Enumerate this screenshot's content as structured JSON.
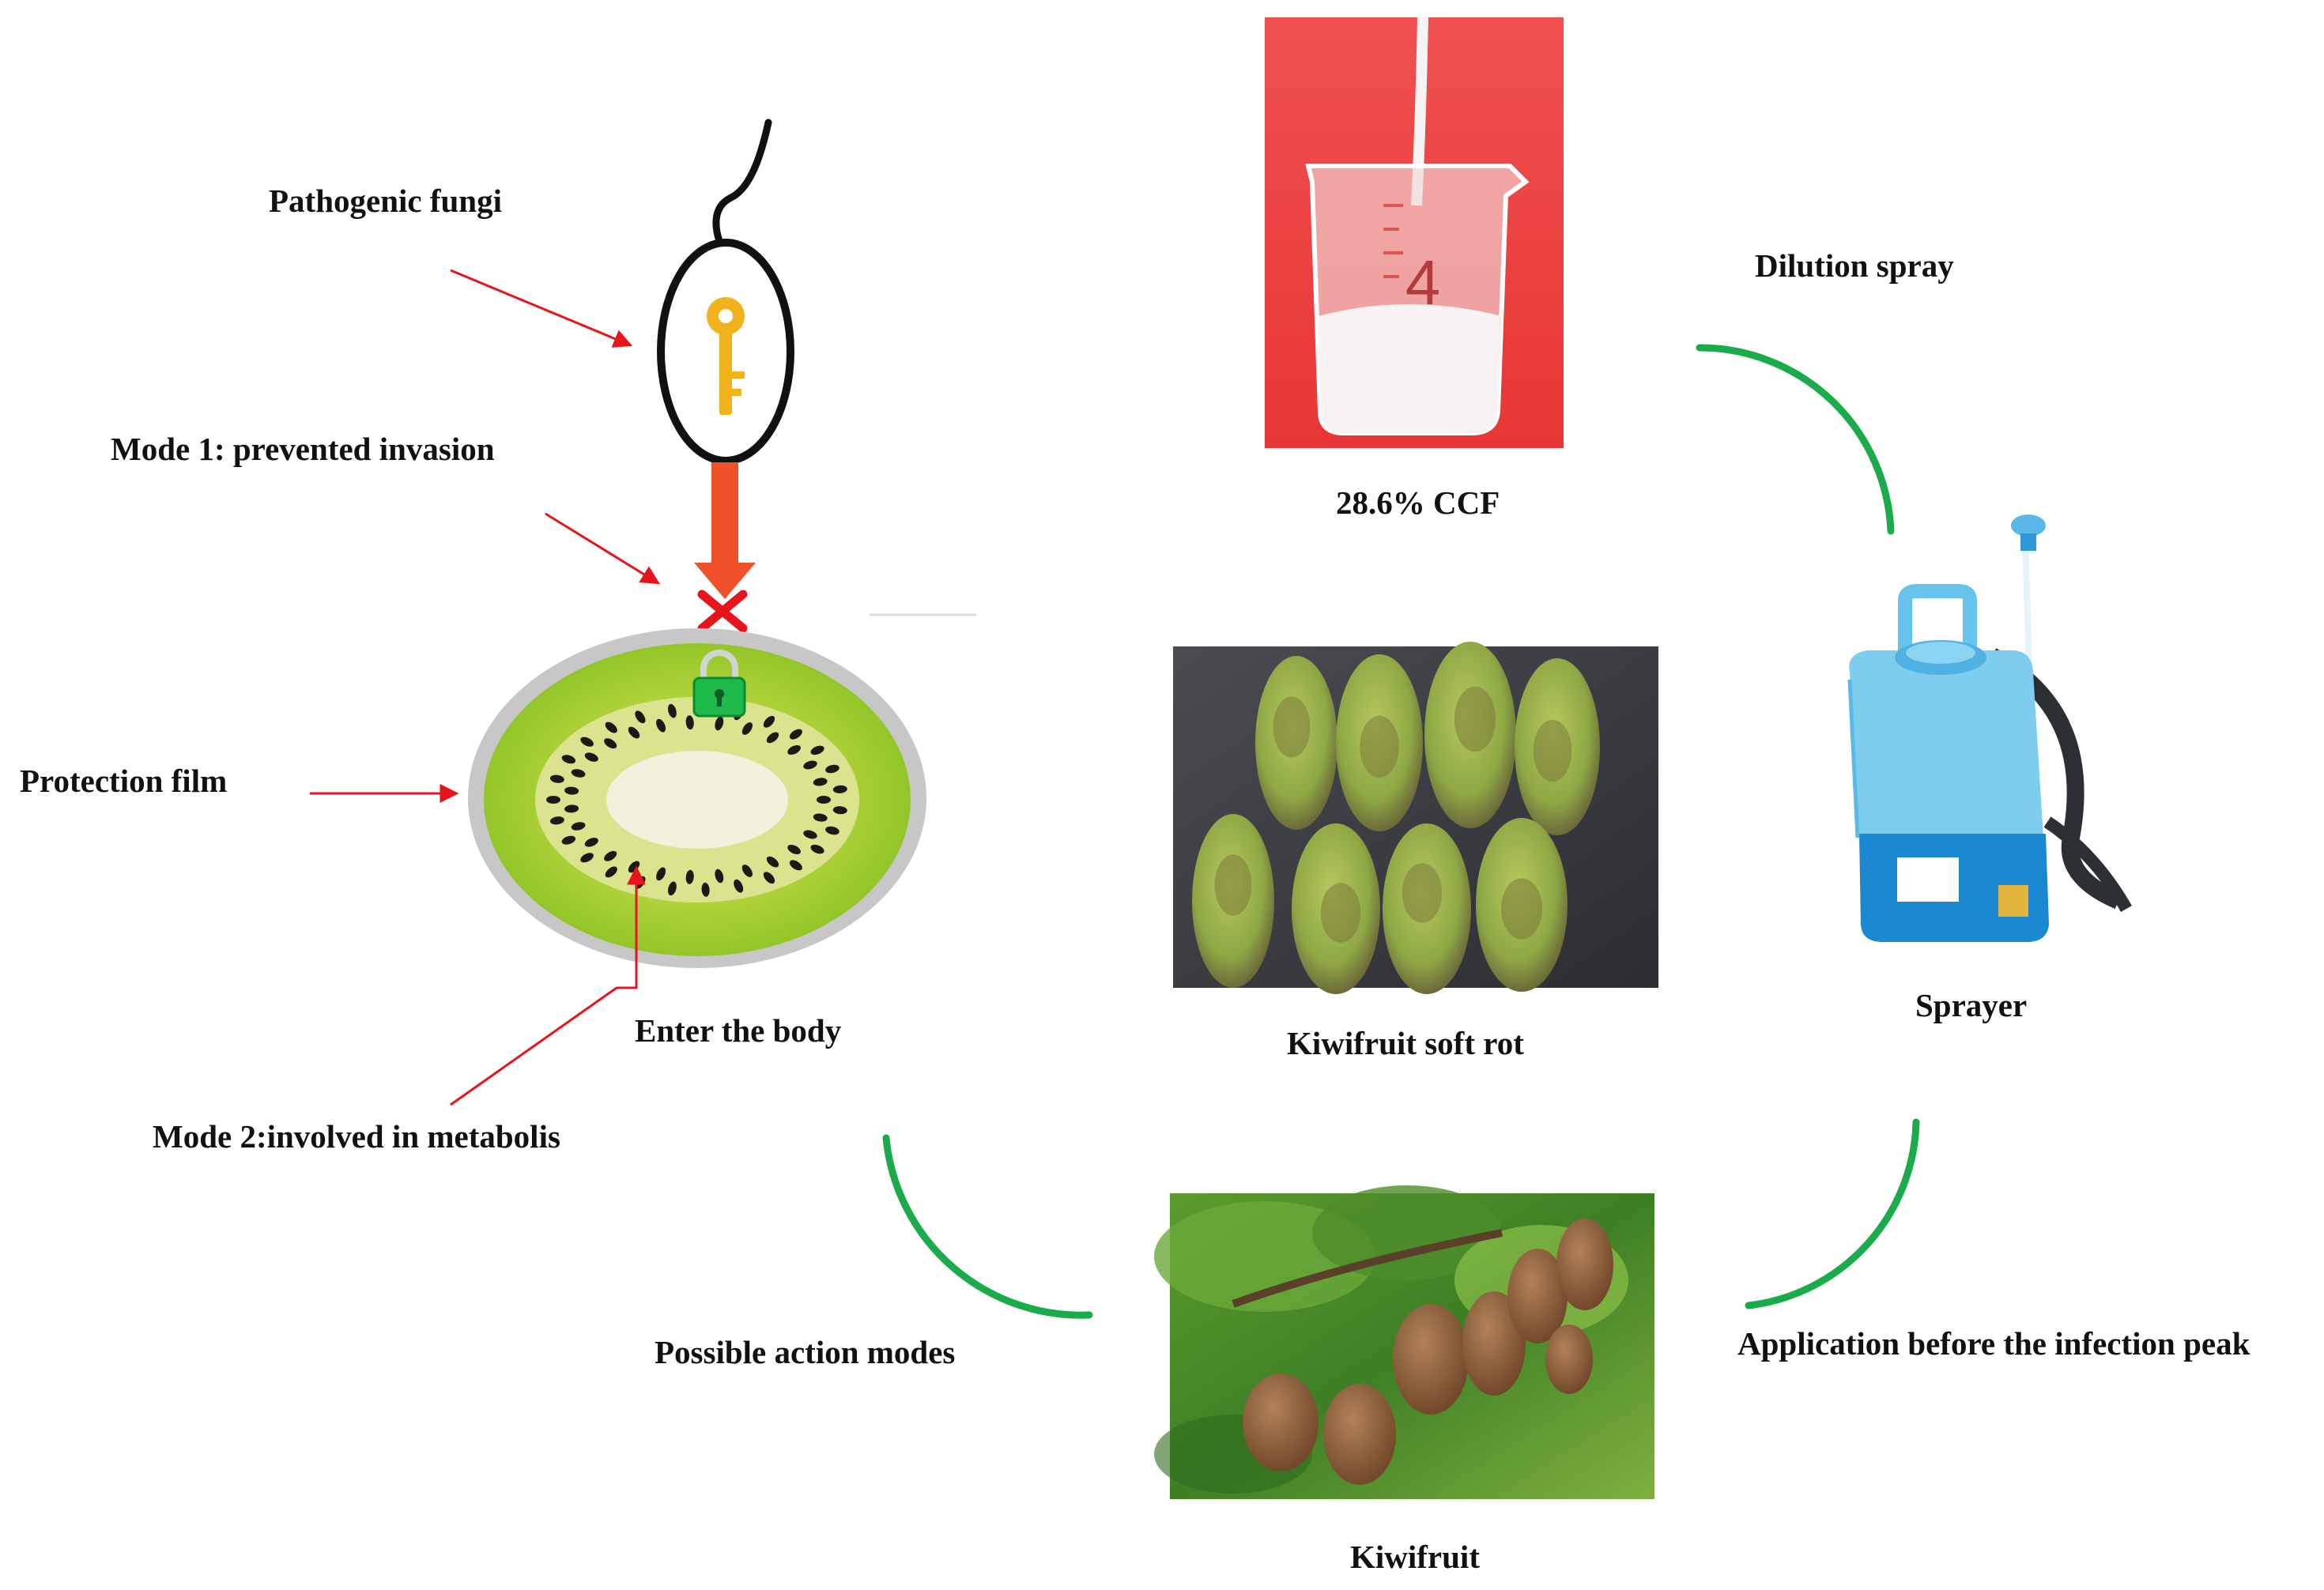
{
  "labels": {
    "pathogenic_fungi": "Pathogenic fungi",
    "mode1": "Mode 1: prevented invasion",
    "protection_film": "Protection film",
    "enter_body": "Enter the body",
    "mode2": "Mode 2:involved in metabolis",
    "possible_action_modes": "Possible action modes",
    "ccf": "28.6% CCF",
    "dilution_spray": "Dilution spray",
    "soft_rot": "Kiwifruit soft rot",
    "sprayer": "Sprayer",
    "kiwifruit": "Kiwifruit",
    "application": "Application before the infection peak"
  },
  "beaker_mark": "4",
  "colors": {
    "cycle_arrow": "#1aac4a",
    "pointer_arrow": "#e8141c",
    "invasion_arrow": "#f0502a",
    "block_mark": "#e8141c",
    "key": "#f2b21c",
    "lock": "#1db94a",
    "kiwi_flesh": "#9ccb2c",
    "kiwi_core": "#f3f0dc",
    "protection_film": "#c7c7c7",
    "ccf_background": "#ef3b3b",
    "sprayer_body": "#66c4ec",
    "sprayer_base": "#1b88d2"
  },
  "icons": [
    "key-icon",
    "lock-icon",
    "cross-icon",
    "beaker-icon",
    "sprayer-icon"
  ]
}
